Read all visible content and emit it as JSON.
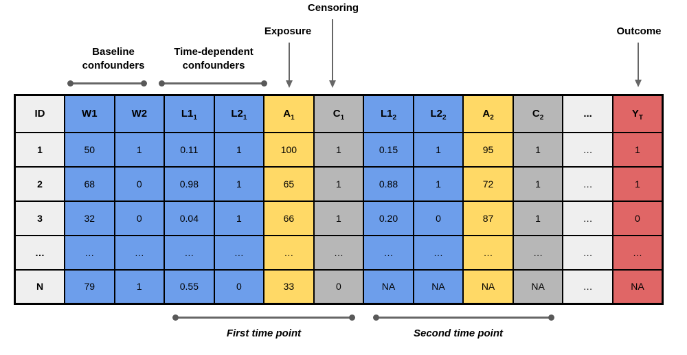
{
  "annotations": {
    "censoring": {
      "label": "Censoring"
    },
    "exposure": {
      "label": "Exposure"
    },
    "outcome": {
      "label": "Outcome"
    },
    "baseline_confounders": {
      "label": "Baseline\nconfounders"
    },
    "time_dependent_confounders": {
      "label": "Time-dependent\nconfounders"
    },
    "first_time_point": {
      "label": "First time point"
    },
    "second_time_point": {
      "label": "Second time point"
    }
  },
  "colors": {
    "blue": "#6d9eeb",
    "yellow": "#ffd966",
    "gray": "#b7b7b7",
    "light": "#efefef",
    "red": "#e06666",
    "annotation": "#666666",
    "border": "#000000"
  },
  "table": {
    "columns": [
      {
        "key": "id",
        "base": "ID",
        "sub": "",
        "type": "id"
      },
      {
        "key": "w1",
        "base": "W1",
        "sub": "",
        "type": "baseline"
      },
      {
        "key": "w2",
        "base": "W2",
        "sub": "",
        "type": "baseline"
      },
      {
        "key": "l1-1",
        "base": "L1",
        "sub": "1",
        "type": "confounder"
      },
      {
        "key": "l2-1",
        "base": "L2",
        "sub": "1",
        "type": "confounder"
      },
      {
        "key": "a1",
        "base": "A",
        "sub": "1",
        "type": "exposure"
      },
      {
        "key": "c1",
        "base": "C",
        "sub": "1",
        "type": "censoring"
      },
      {
        "key": "l1-2",
        "base": "L1",
        "sub": "2",
        "type": "confounder"
      },
      {
        "key": "l2-2",
        "base": "L2",
        "sub": "2",
        "type": "confounder"
      },
      {
        "key": "a2",
        "base": "A",
        "sub": "2",
        "type": "exposure"
      },
      {
        "key": "c2",
        "base": "C",
        "sub": "2",
        "type": "censoring"
      },
      {
        "key": "dots",
        "base": "...",
        "sub": "",
        "type": "dots"
      },
      {
        "key": "y-t",
        "base": "Y",
        "sub": "T",
        "type": "outcome"
      }
    ],
    "rows": [
      {
        "cells": [
          "1",
          "50",
          "1",
          "0.11",
          "1",
          "100",
          "1",
          "0.15",
          "1",
          "95",
          "1",
          "…",
          "1"
        ]
      },
      {
        "cells": [
          "2",
          "68",
          "0",
          "0.98",
          "1",
          "65",
          "1",
          "0.88",
          "1",
          "72",
          "1",
          "…",
          "1"
        ]
      },
      {
        "cells": [
          "3",
          "32",
          "0",
          "0.04",
          "1",
          "66",
          "1",
          "0.20",
          "0",
          "87",
          "1",
          "…",
          "0"
        ]
      },
      {
        "cells": [
          "…",
          "…",
          "…",
          "…",
          "…",
          "…",
          "…",
          "…",
          "…",
          "…",
          "…",
          "…",
          "…"
        ]
      },
      {
        "cells": [
          "N",
          "79",
          "1",
          "0.55",
          "0",
          "33",
          "0",
          "NA",
          "NA",
          "NA",
          "NA",
          "…",
          "NA"
        ]
      }
    ]
  }
}
